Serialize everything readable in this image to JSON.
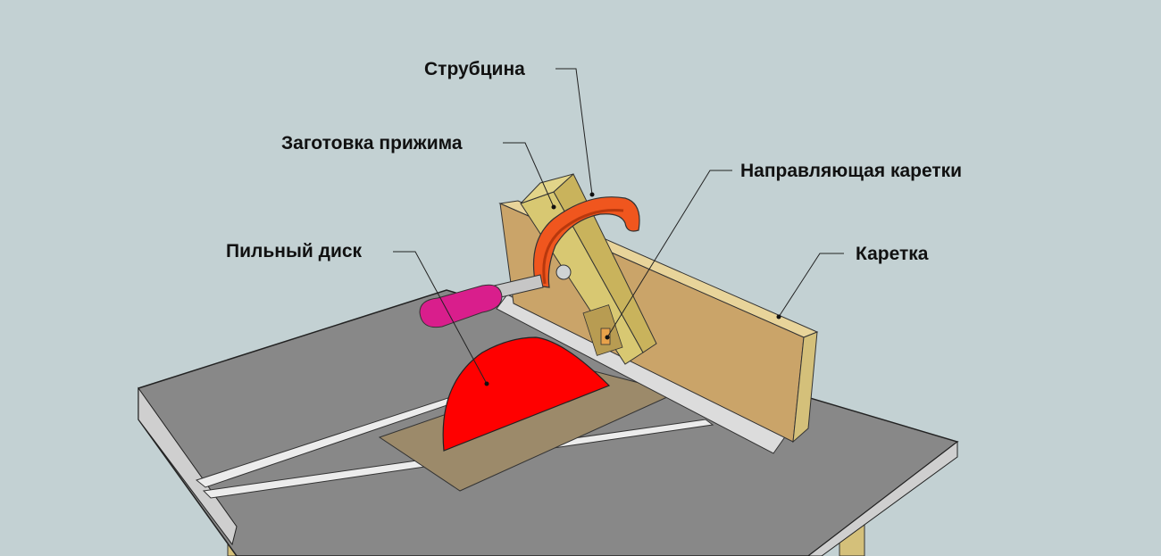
{
  "labels": {
    "clamp": "Струбцина",
    "clamp_blank": "Заготовка прижима",
    "carriage_guide": "Направляющая каретки",
    "carriage": "Каретка",
    "saw_blade": "Пильный диск"
  },
  "colors": {
    "background": "#c3d1d3",
    "table_top": "#888888",
    "table_edge": "#cfcfcf",
    "groove": "#ececec",
    "insert_plate": "#9c8a6a",
    "saw_blade": "#ff0000",
    "wood_light": "#d4c07a",
    "wood_dark": "#caa469",
    "clamp": "#f0561e",
    "handle": "#d91e8c",
    "leg": "#d4c07a"
  }
}
